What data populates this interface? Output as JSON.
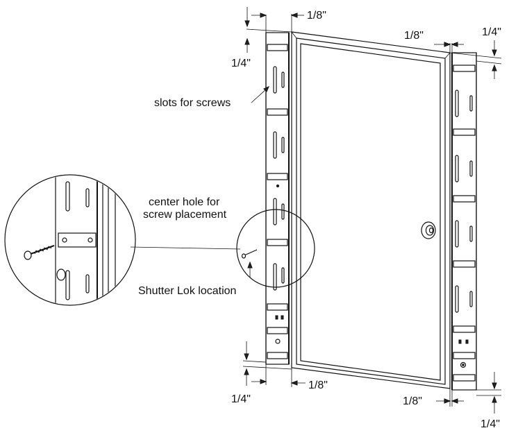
{
  "labels": {
    "top_left_gap": "1/8\"",
    "top_right_gap": "1/8\"",
    "top_left_offset": "1/4\"",
    "top_right_offset": "1/4\"",
    "slots": "slots for screws",
    "center_hole_line1": "center hole for",
    "center_hole_line2": "screw placement",
    "shutter_lok": "Shutter Lok location",
    "bottom_left_gap": "1/8\"",
    "bottom_right_gap": "1/8\"",
    "bottom_left_offset": "1/4\"",
    "bottom_right_offset": "1/4\""
  },
  "colors": {
    "line": "#111111",
    "background": "#ffffff"
  },
  "icons": [
    "screw-icon",
    "door-knob-icon",
    "dimension-arrow-icon"
  ]
}
